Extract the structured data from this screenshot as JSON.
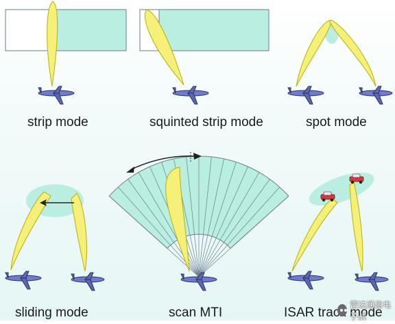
{
  "captions": {
    "strip": "strip mode",
    "squinted": "squinted strip mode",
    "spot": "spot mode",
    "sliding": "sliding mode",
    "scan": "scan MTI",
    "isar": "ISAR track mode"
  },
  "watermark": {
    "text": "雷达通信电子战",
    "icon": "wechat-icon"
  },
  "colors": {
    "beam_fill": "#f4f07a",
    "beam_stroke": "#b9b000",
    "ground_swath": "#b9eee0",
    "swath_border": "#6b7d8c",
    "aircraft_body": "#6f7bd0",
    "aircraft_dark": "#2c3450",
    "arrow": "#222222",
    "car_body": "#d43a3a"
  }
}
